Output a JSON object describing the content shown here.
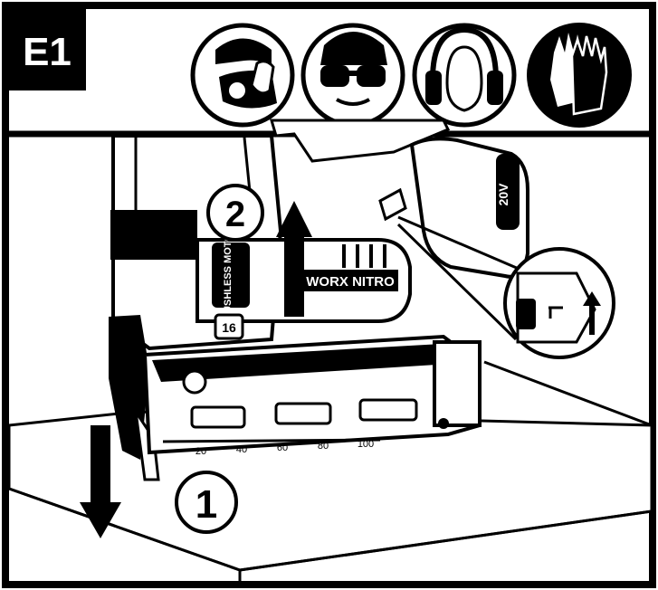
{
  "figure": {
    "step_id": "E1",
    "ppe_icons": [
      "dust-mask-icon",
      "safety-glasses-icon",
      "ear-protection-icon",
      "gloves-icon"
    ],
    "steps": [
      {
        "number": "1",
        "direction": "down"
      },
      {
        "number": "2",
        "direction": "up"
      }
    ],
    "tool": {
      "brand_text": "WORX NITRO",
      "motor_badge": "BRUSHLESS MOTOR",
      "gauge_badge": "16",
      "battery_text": "20V",
      "magazine_scale": [
        "20",
        "40",
        "60",
        "80",
        "100"
      ]
    },
    "colors": {
      "ink": "#000000",
      "paper": "#ffffff",
      "gray": "#c8c8c8"
    }
  }
}
